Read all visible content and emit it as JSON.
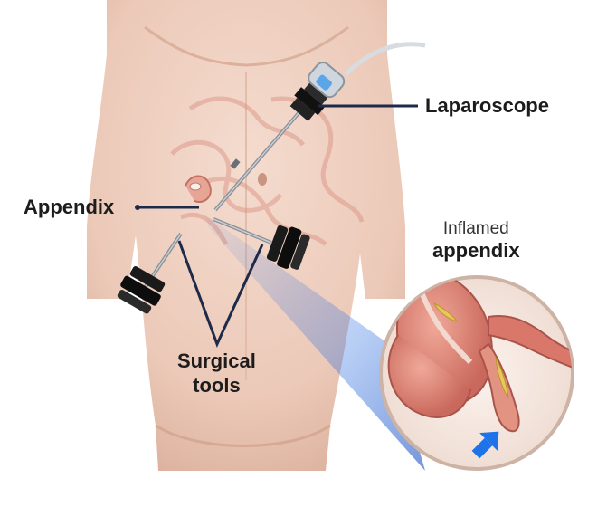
{
  "labels": {
    "laparoscope": "Laparoscope",
    "appendix": "Appendix",
    "surgical_line1": "Surgical",
    "surgical_line2": "tools",
    "inflamed_line1": "Inflamed",
    "inflamed_line2": "appendix"
  },
  "colors": {
    "skin": "#efcfbf",
    "skin_shadow": "#dcb4a2",
    "intestine": "#d98d80",
    "leader_line": "#1e2a4a",
    "callout_glow": "#2e6fe0",
    "arrow": "#1e73e8",
    "inflamed_tissue": "#e8c85a"
  },
  "icons": {
    "callout_arrow": "arrow-up-right-icon"
  }
}
